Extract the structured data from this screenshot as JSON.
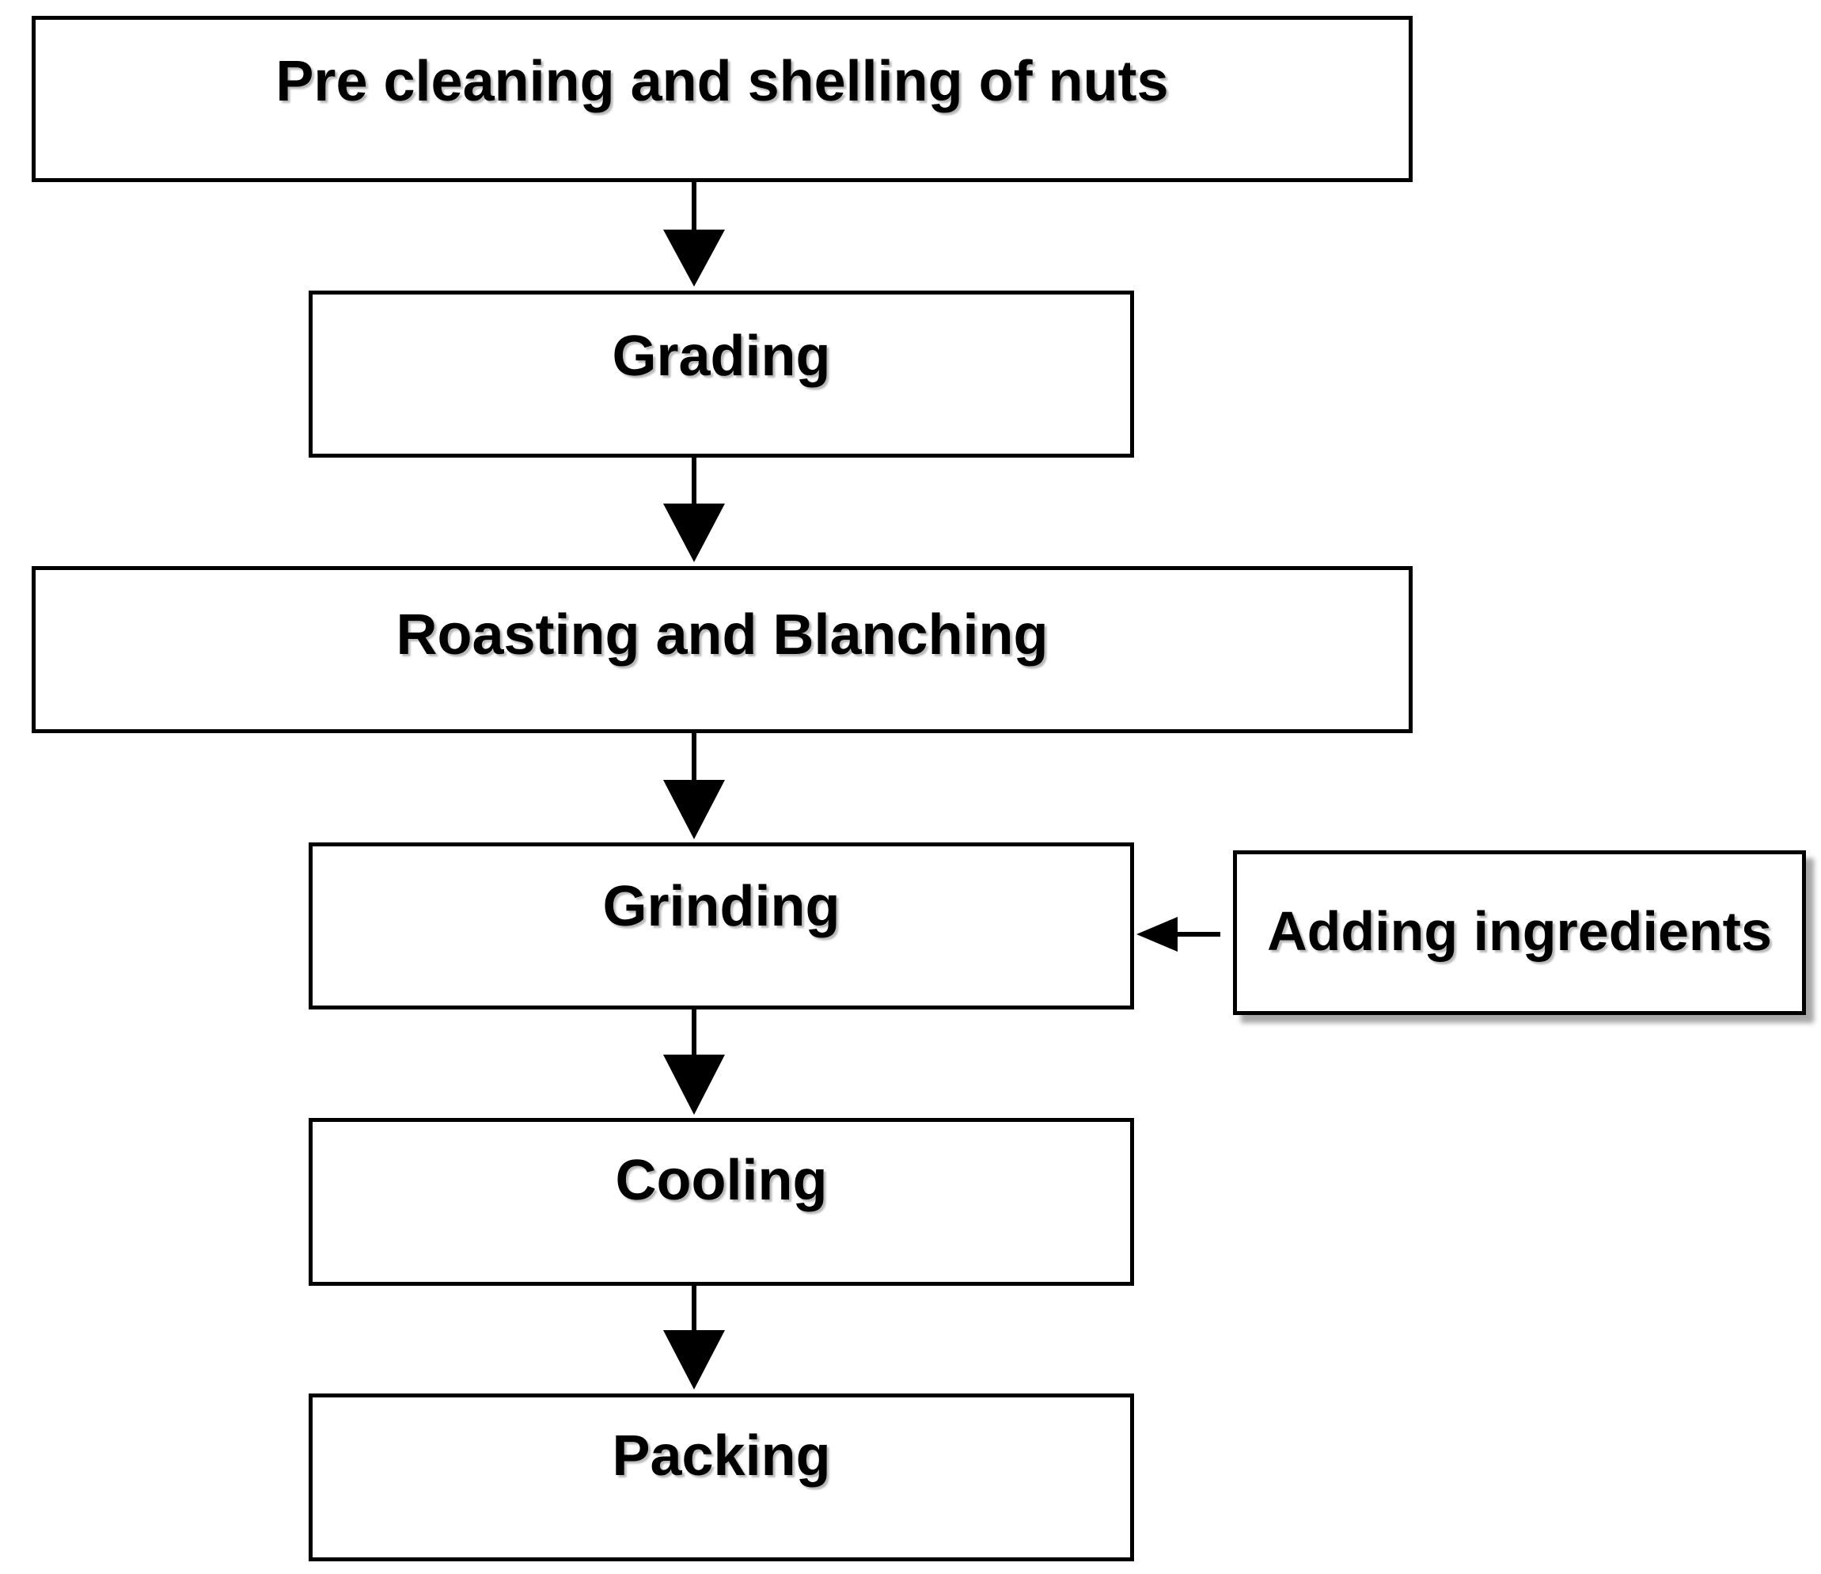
{
  "diagram": {
    "steps": [
      {
        "label": "Pre cleaning and shelling of  nuts"
      },
      {
        "label": "Grading"
      },
      {
        "label": "Roasting and Blanching"
      },
      {
        "label": "Grinding"
      },
      {
        "label": "Cooling"
      },
      {
        "label": "Packing"
      }
    ],
    "side_input": {
      "label": "Adding ingredients"
    },
    "colors": {
      "stroke": "#000000",
      "fill": "#ffffff"
    }
  }
}
